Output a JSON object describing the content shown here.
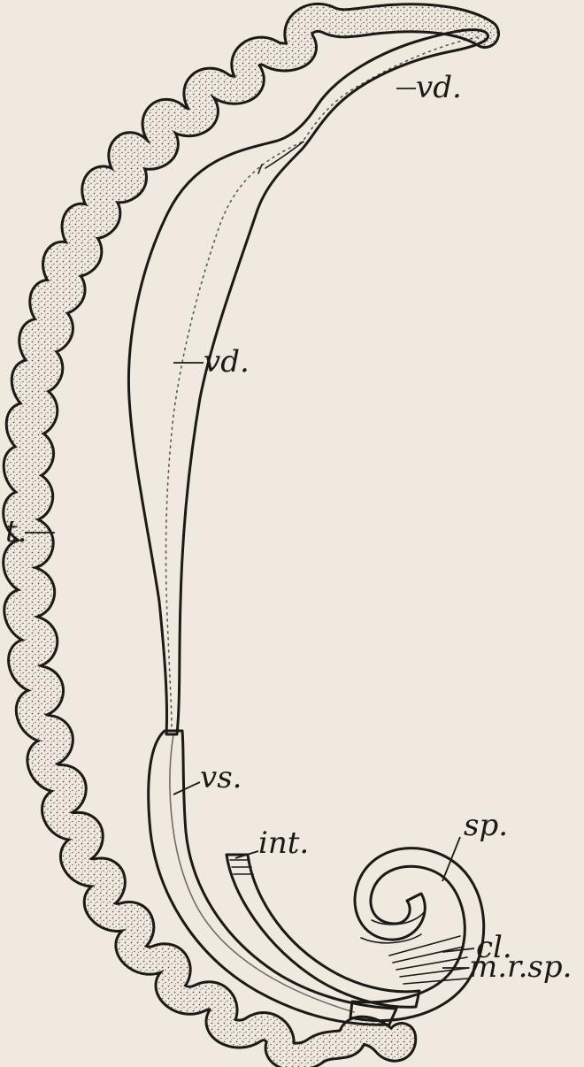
{
  "figure": {
    "labels": {
      "vd_upper": "vd.",
      "vd_middle": "vd.",
      "testis": "t.",
      "vesicula_seminalis": "vs.",
      "intestine": "int.",
      "spicule": "sp.",
      "cloaca": "cl.",
      "retractor": "m.r.sp."
    },
    "colors": {
      "paper": "#efe9df",
      "ink": "#1c1a17",
      "stipple_light": "#c9c1b4",
      "stipple_dark": "#3a3530"
    }
  }
}
